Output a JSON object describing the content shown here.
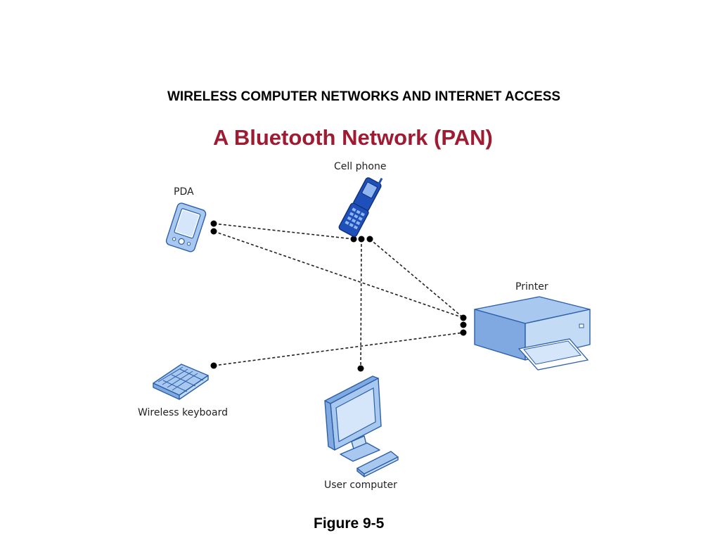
{
  "header": "WIRELESS COMPUTER NETWORKS AND INTERNET ACCESS",
  "title": "A Bluetooth Network (PAN)",
  "caption": "Figure 9-5",
  "devices": {
    "cell_phone": "Cell phone",
    "pda": "PDA",
    "printer": "Printer",
    "keyboard": "Wireless keyboard",
    "computer": "User computer"
  },
  "colors": {
    "title": "#9e1b32",
    "device_fill": "#a8c8f0",
    "device_stroke": "#2b5fa8",
    "phone_fill": "#1f4fb8",
    "link": "#222222"
  }
}
